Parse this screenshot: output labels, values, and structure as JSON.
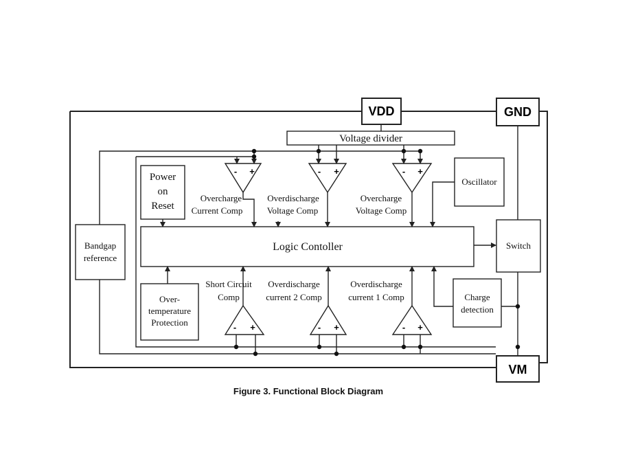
{
  "pins": {
    "vdd": "VDD",
    "gnd": "GND",
    "vm": "VM"
  },
  "blocks": {
    "voltage_divider": "Voltage divider",
    "power_on_reset": [
      "Power",
      "on",
      "Reset"
    ],
    "oscillator": "Oscillator",
    "bandgap_reference": [
      "Bandgap",
      "reference"
    ],
    "logic_controller": "Logic Contoller",
    "switch": "Switch",
    "over_temperature_protection": [
      "Over-",
      "temperature",
      "Protection"
    ],
    "charge_detection": [
      "Charge",
      "detection"
    ]
  },
  "comparators": {
    "top": [
      {
        "id": "overcharge-current-comp",
        "label": [
          "Overcharge",
          "Current Comp"
        ],
        "signs": [
          "-",
          "+"
        ]
      },
      {
        "id": "overdischarge-voltage-comp",
        "label": [
          "Overdischarge",
          "Voltage Comp"
        ],
        "signs": [
          "-",
          "+"
        ]
      },
      {
        "id": "overcharge-voltage-comp",
        "label": [
          "Overcharge",
          "Voltage Comp"
        ],
        "signs": [
          "-",
          "+"
        ]
      }
    ],
    "bottom": [
      {
        "id": "short-circuit-comp",
        "label": [
          "Short Circuit",
          "Comp"
        ],
        "signs": [
          "-",
          "+"
        ]
      },
      {
        "id": "overdischarge-current-2-comp",
        "label": [
          "Overdischarge",
          "current 2 Comp"
        ],
        "signs": [
          "-",
          "+"
        ]
      },
      {
        "id": "overdischarge-current-1-comp",
        "label": [
          "Overdischarge",
          "current 1 Comp"
        ],
        "signs": [
          "-",
          "+"
        ]
      }
    ]
  },
  "caption": "Figure 3. Functional Block Diagram"
}
